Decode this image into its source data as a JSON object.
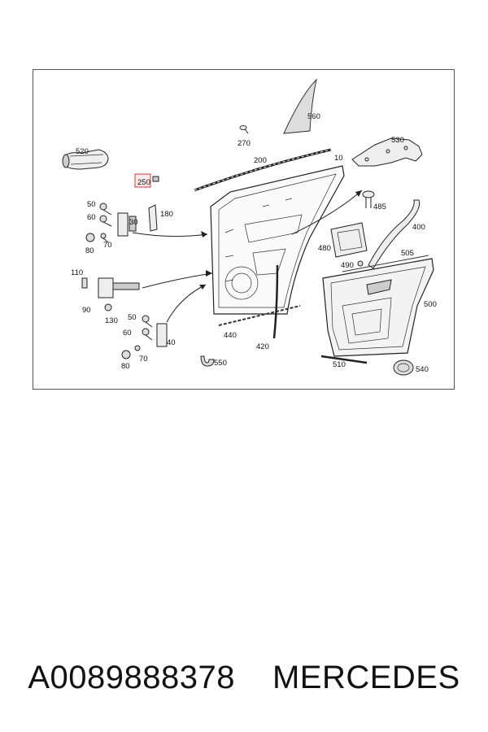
{
  "diagram": {
    "labels": {
      "l10": "10",
      "l30": "30",
      "l40": "40",
      "l50a": "50",
      "l50b": "50",
      "l60a": "60",
      "l60b": "60",
      "l70a": "70",
      "l70b": "70",
      "l80a": "80",
      "l80b": "80",
      "l90": "90",
      "l110": "110",
      "l130": "130",
      "l180": "180",
      "l200": "200",
      "l250": "250",
      "l270": "270",
      "l400": "400",
      "l420": "420",
      "l440": "440",
      "l480": "480",
      "l485": "485",
      "l490": "490",
      "l500": "500",
      "l505": "505",
      "l510": "510",
      "l520": "520",
      "l530": "530",
      "l540": "540",
      "l550": "550",
      "l560": "560"
    },
    "highlight_color": "#e03030"
  },
  "caption": {
    "part_number": "A0089888378",
    "brand": "MERCEDES"
  }
}
